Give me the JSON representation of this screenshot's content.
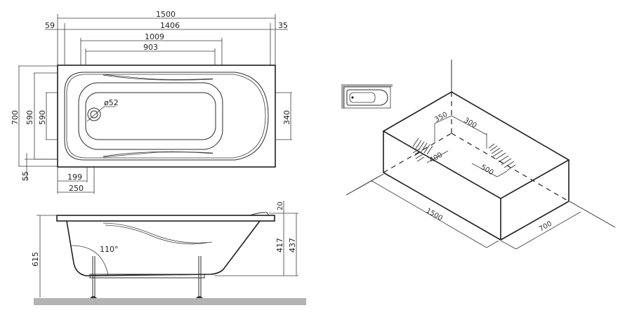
{
  "drawing": {
    "subject": "Bathtub technical drawing",
    "top_view": {
      "dims": {
        "overall_length": "1500",
        "inner_length": "1406",
        "left_offset": "59",
        "right_offset": "35",
        "support_length": "1009",
        "bottom_length": "903",
        "overall_width": "700",
        "inner_width": "590",
        "support_width": "590",
        "bottom_offset": "55",
        "drain_x": "199",
        "support_x": "250",
        "right_support": "340",
        "drain_diameter": "ø52"
      }
    },
    "side_view": {
      "dims": {
        "total_height": "615",
        "rim": "20",
        "depth": "417",
        "height_with_rim": "437",
        "angle": "110°"
      }
    },
    "iso_view": {
      "dims": {
        "length": "1500",
        "width": "700",
        "dim_350": "350",
        "dim_300": "300",
        "dim_400": "400",
        "dim_500": "500"
      }
    },
    "colors": {
      "line": "#2b2b2b",
      "floor": "#b3b3b3",
      "wall": "#a9a9a9",
      "background": "#ffffff"
    }
  }
}
